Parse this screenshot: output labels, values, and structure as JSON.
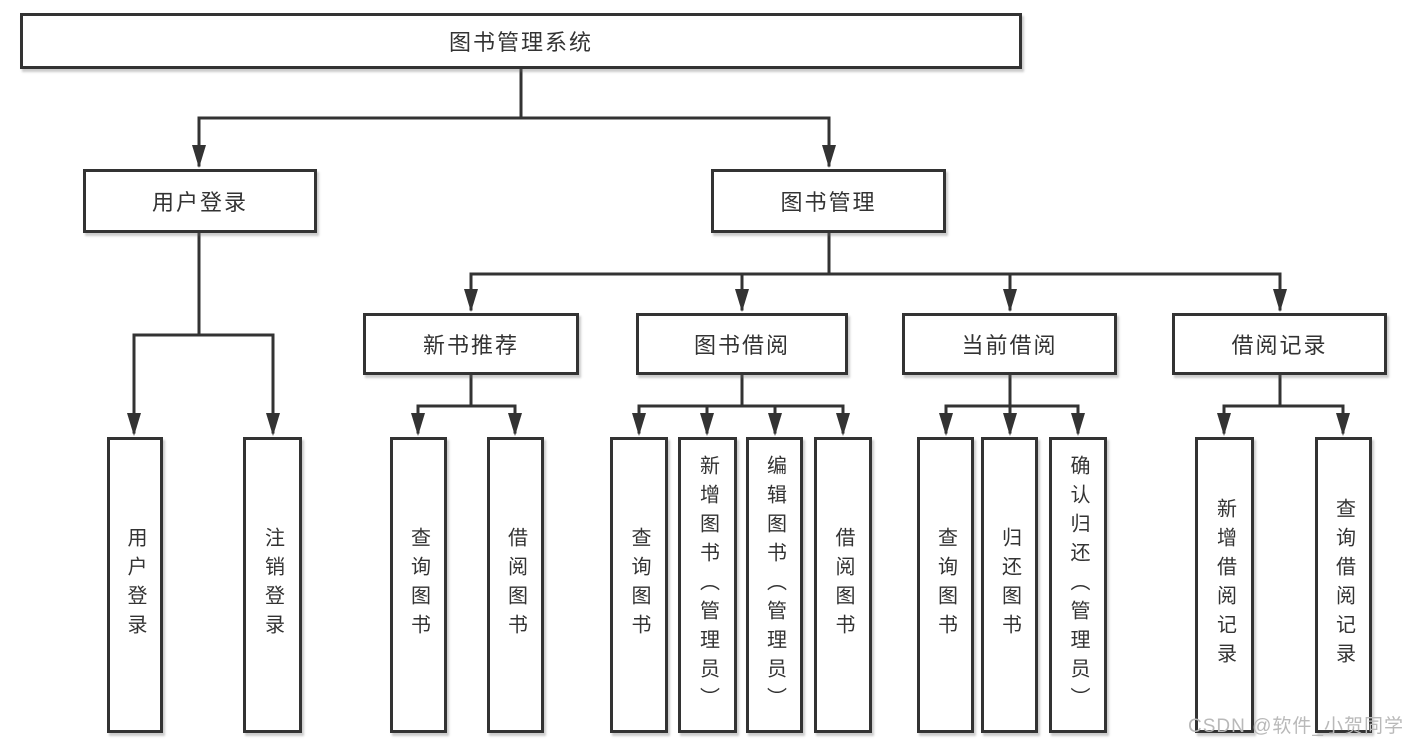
{
  "diagram": {
    "root": {
      "label": "图书管理系统"
    },
    "branches": [
      {
        "label": "用户登录",
        "children": [
          {
            "label": "用户登录"
          },
          {
            "label": "注销登录"
          }
        ]
      },
      {
        "label": "图书管理",
        "children": [
          {
            "label": "新书推荐",
            "children": [
              {
                "label": "查询图书"
              },
              {
                "label": "借阅图书"
              }
            ]
          },
          {
            "label": "图书借阅",
            "children": [
              {
                "label": "查询图书"
              },
              {
                "label": "新增图书（管理员）"
              },
              {
                "label": "编辑图书（管理员）"
              },
              {
                "label": "借阅图书"
              }
            ]
          },
          {
            "label": "当前借阅",
            "children": [
              {
                "label": "查询图书"
              },
              {
                "label": "归还图书"
              },
              {
                "label": "确认归还（管理员）"
              }
            ]
          },
          {
            "label": "借阅记录",
            "children": [
              {
                "label": "新增借阅记录"
              },
              {
                "label": "查询借阅记录"
              }
            ]
          }
        ]
      }
    ]
  },
  "watermark": {
    "text": "CSDN @软件_小贺同学"
  },
  "colors": {
    "line": "#333333",
    "box_border": "#333333",
    "text": "#333333",
    "background": "#ffffff",
    "watermark": "#b9b9b9"
  }
}
